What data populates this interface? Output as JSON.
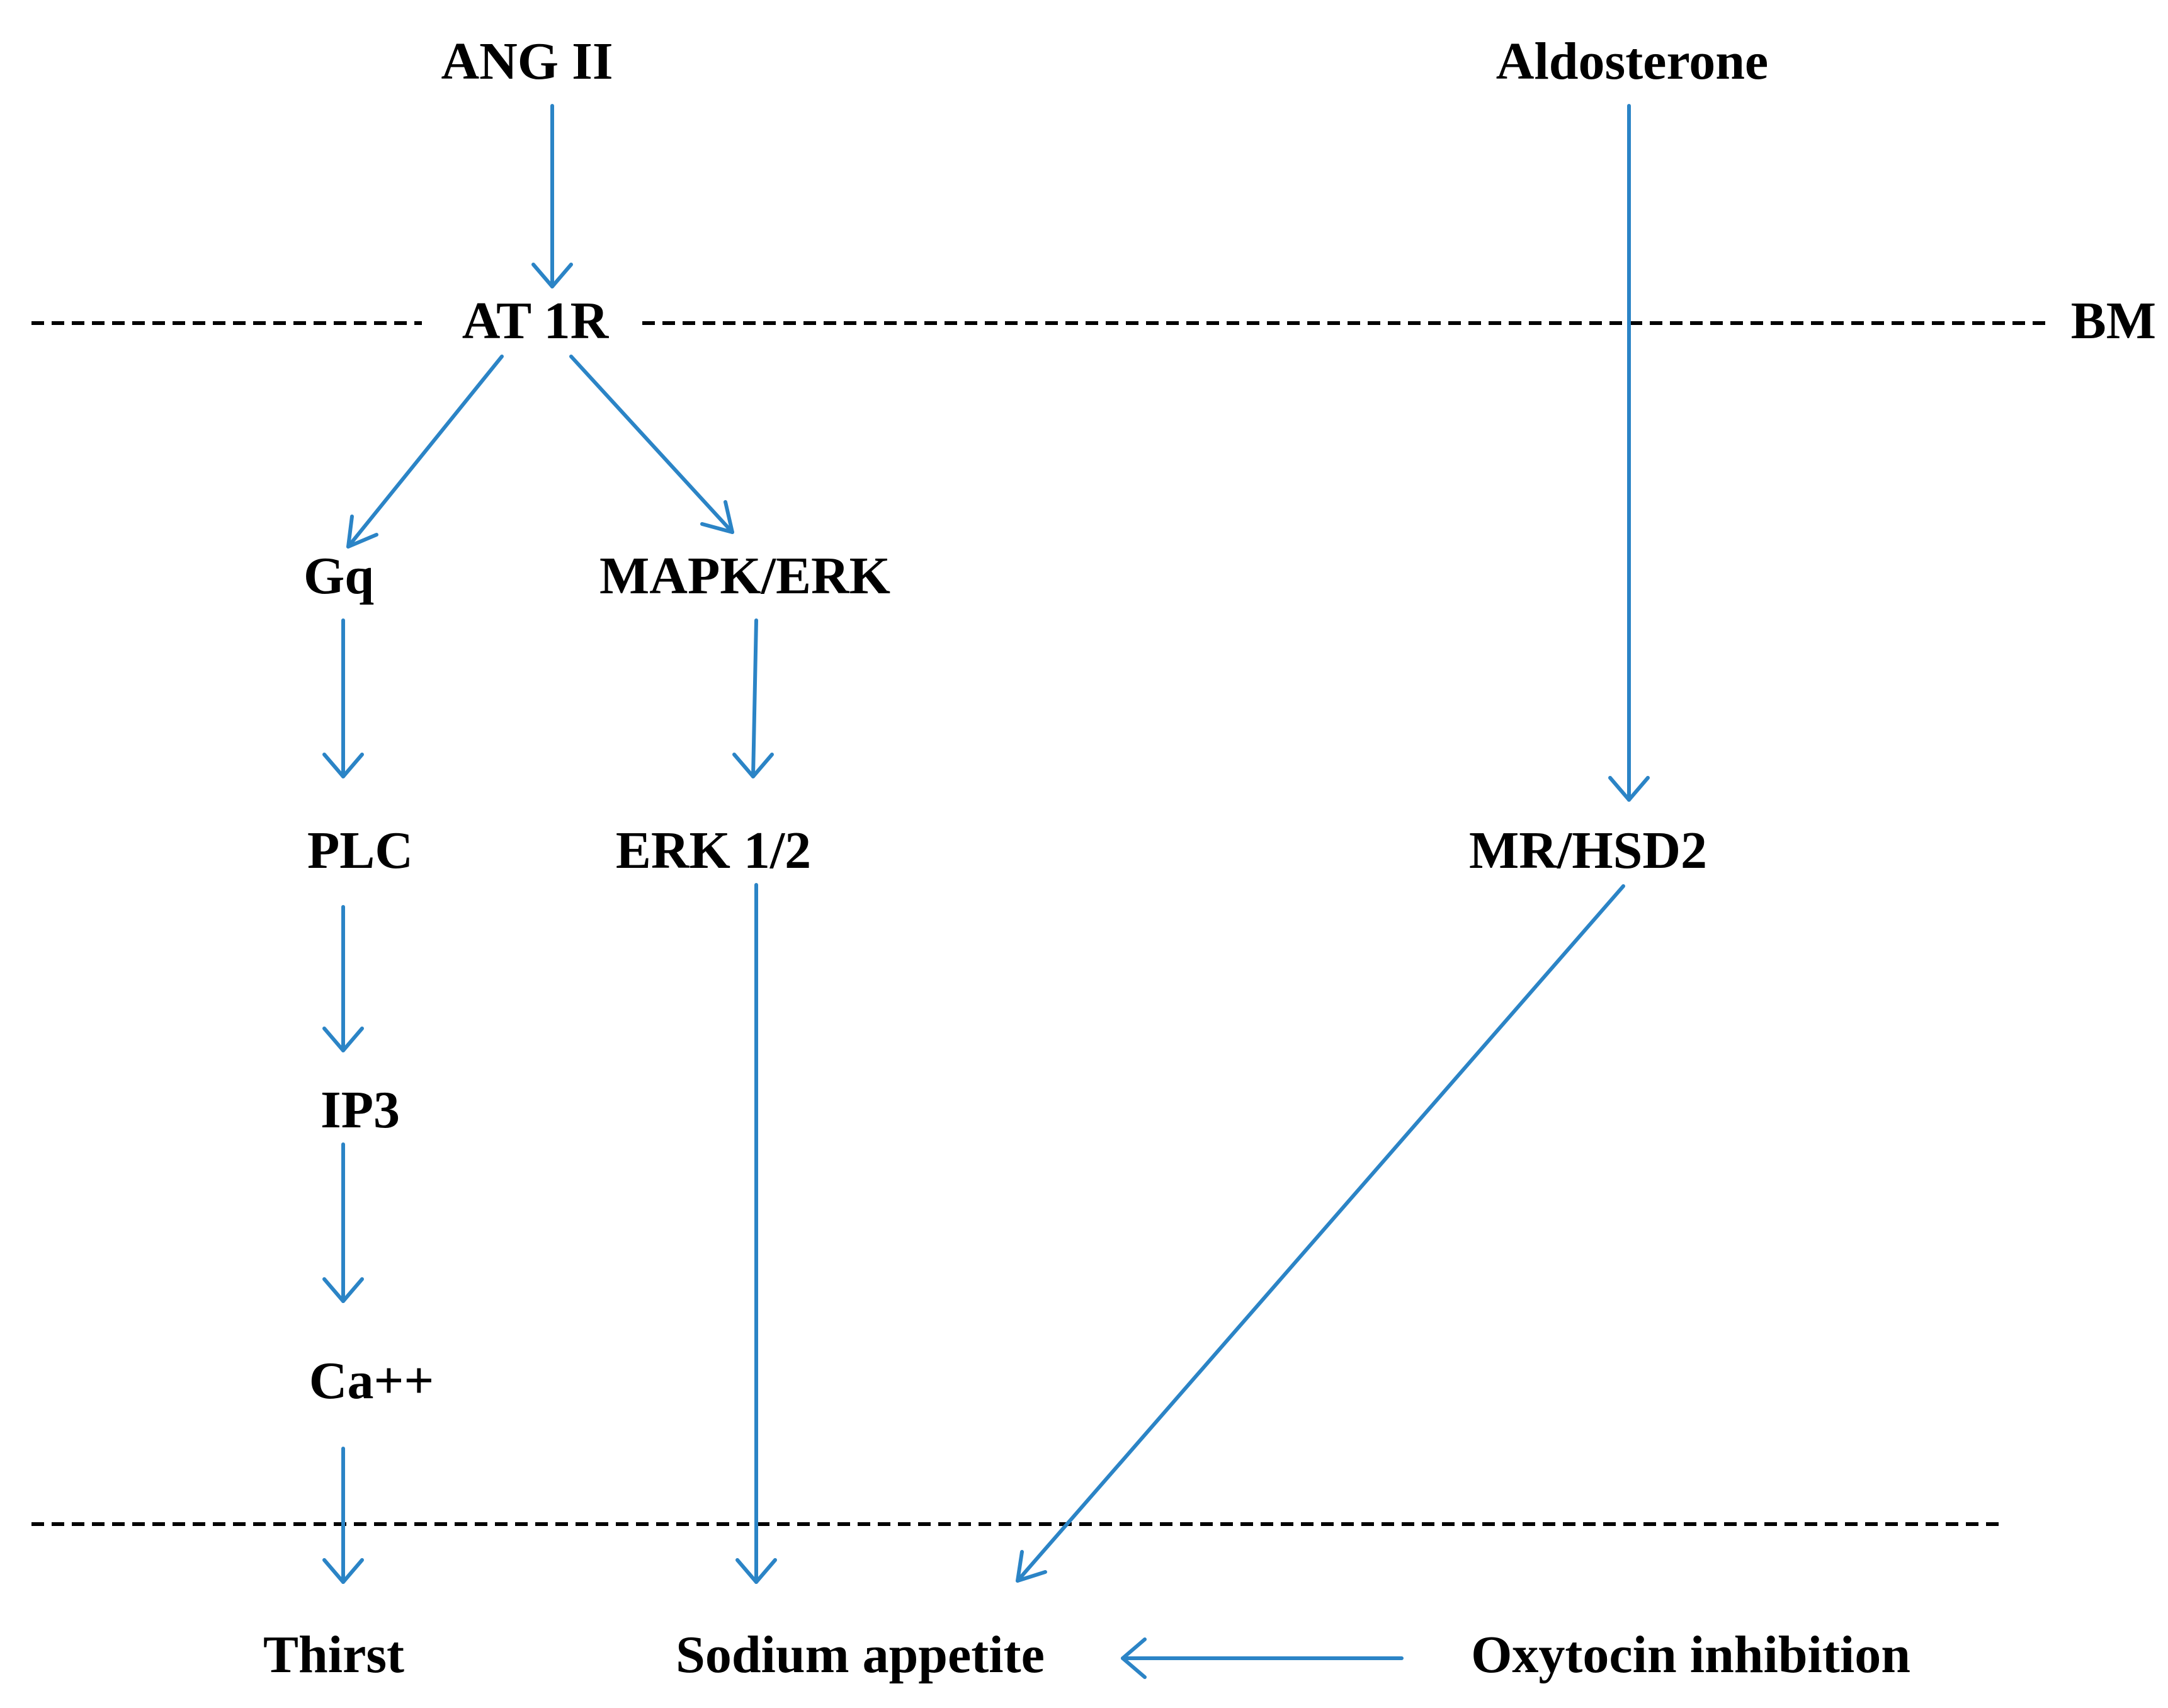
{
  "nodes": {
    "ang_ii": "ANG II",
    "aldosterone": "Aldosterone",
    "at1r": "AT 1R",
    "bm": "BM",
    "gq": "Gq",
    "mapk_erk": "MAPK/ERK",
    "plc": "PLC",
    "erk12": "ERK 1/2",
    "mr_hsd2": "MR/HSD2",
    "ip3": "IP3",
    "ca": "Ca++",
    "thirst": "Thirst",
    "sodium_appetite": "Sodium appetite",
    "oxytocin_inhibition": "Oxytocin inhibition"
  },
  "colors": {
    "arrow": "#2b84c6",
    "text": "#000000",
    "dashed_line": "#000000"
  }
}
